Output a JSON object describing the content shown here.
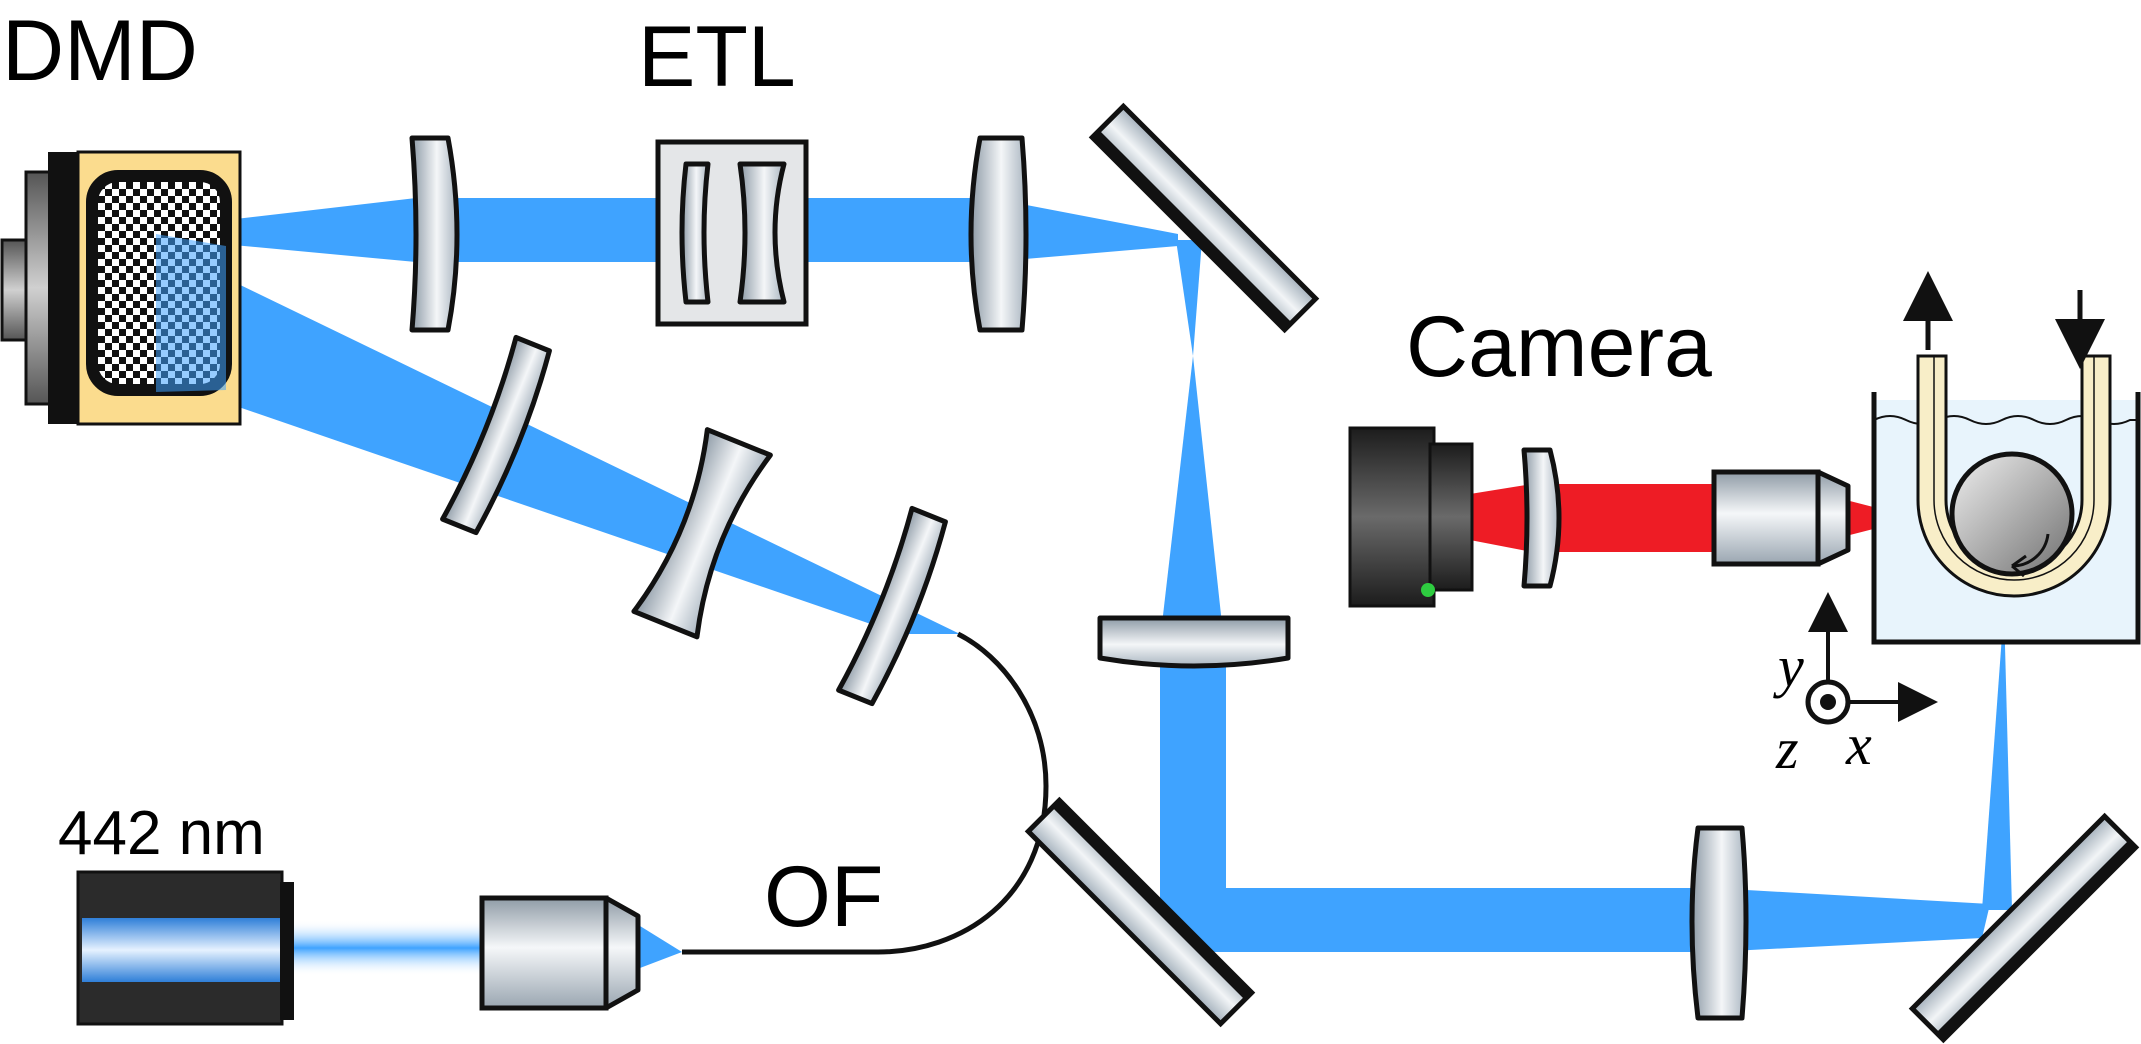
{
  "labels": {
    "dmd": "DMD",
    "etl": "ETL",
    "camera": "Camera",
    "laser": "442 nm",
    "fiber": "OF"
  },
  "axes": {
    "x": "x",
    "y": "y",
    "z": "z"
  },
  "colors": {
    "blue_beam": "#3fa3ff",
    "red_beam": "#ee1c25",
    "dmd_panel": "#fbdc8e",
    "water": "#e8f4fc",
    "tube": "#f8eec8",
    "outline": "#111111"
  }
}
